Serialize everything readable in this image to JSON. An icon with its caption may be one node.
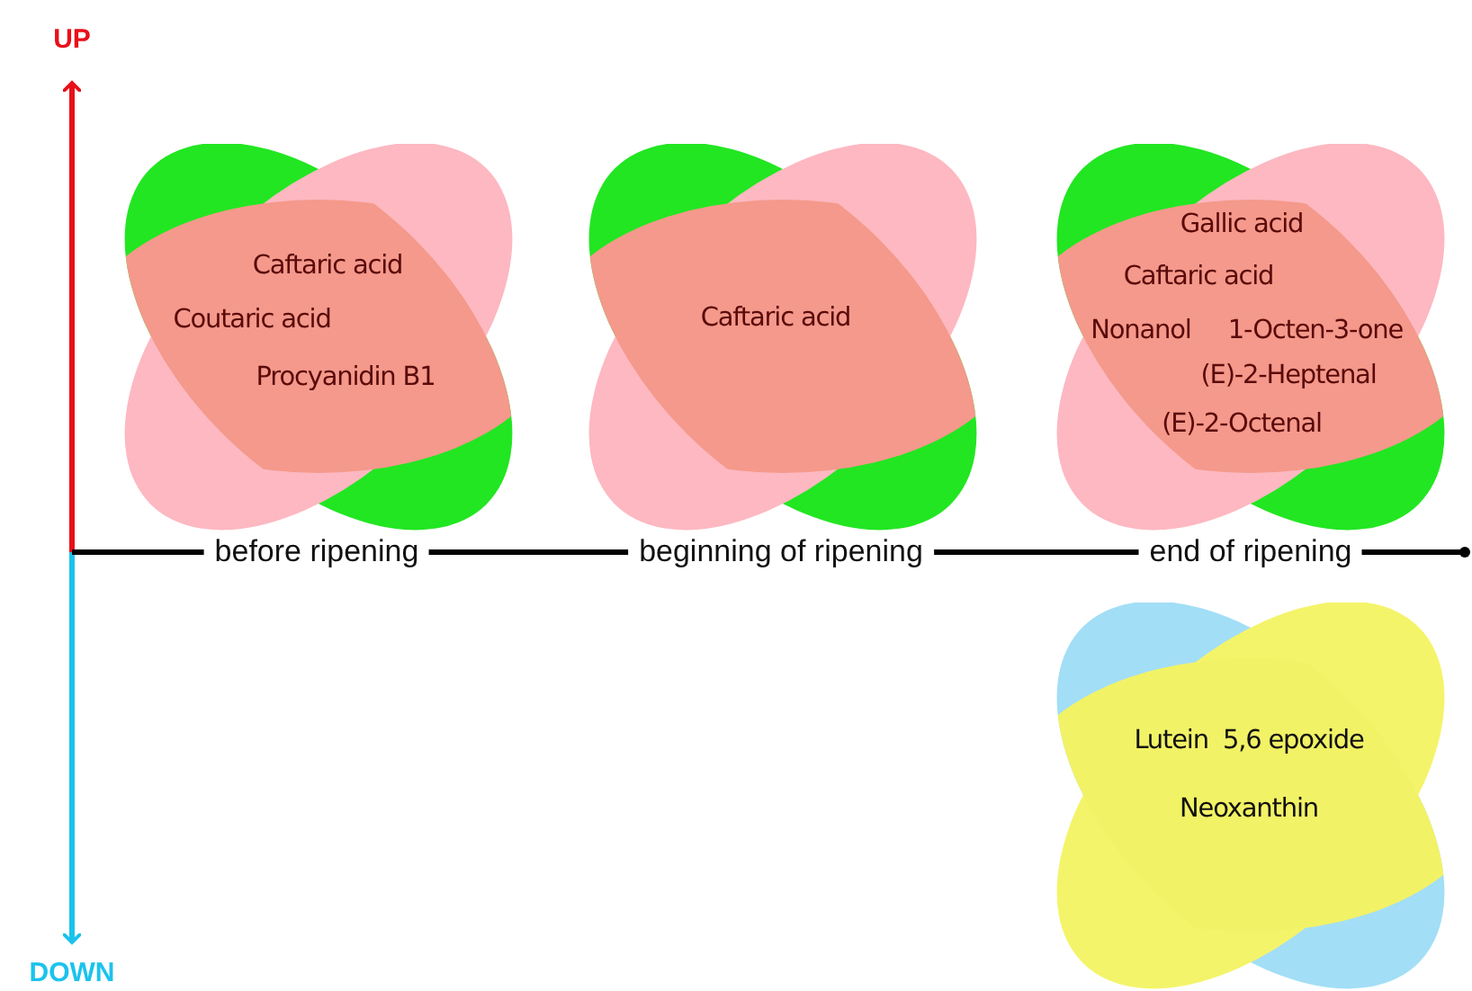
{
  "diagram": {
    "nodes": [
      {
        "text": [
          "Caftaric acid",
          "Coutaric acid",
          "Procyanidin B1"
        ]
      },
      {
        "text": [
          "Caftaric acid"
        ]
      },
      {
        "text": [
          "Gallic acid",
          "Caftaric acid",
          "Nonanol",
          "1-Octen-3-one",
          "(E)-2-Heptenal",
          "(E)-2-Octenal"
        ]
      },
      {
        "text": [
          "Lutein  5,6 epoxide",
          "Neoxanthin"
        ]
      }
    ],
    "labels": [
      "UP",
      "before ripening",
      "beginning of ripening",
      "end of ripening",
      "DOWN"
    ]
  }
}
